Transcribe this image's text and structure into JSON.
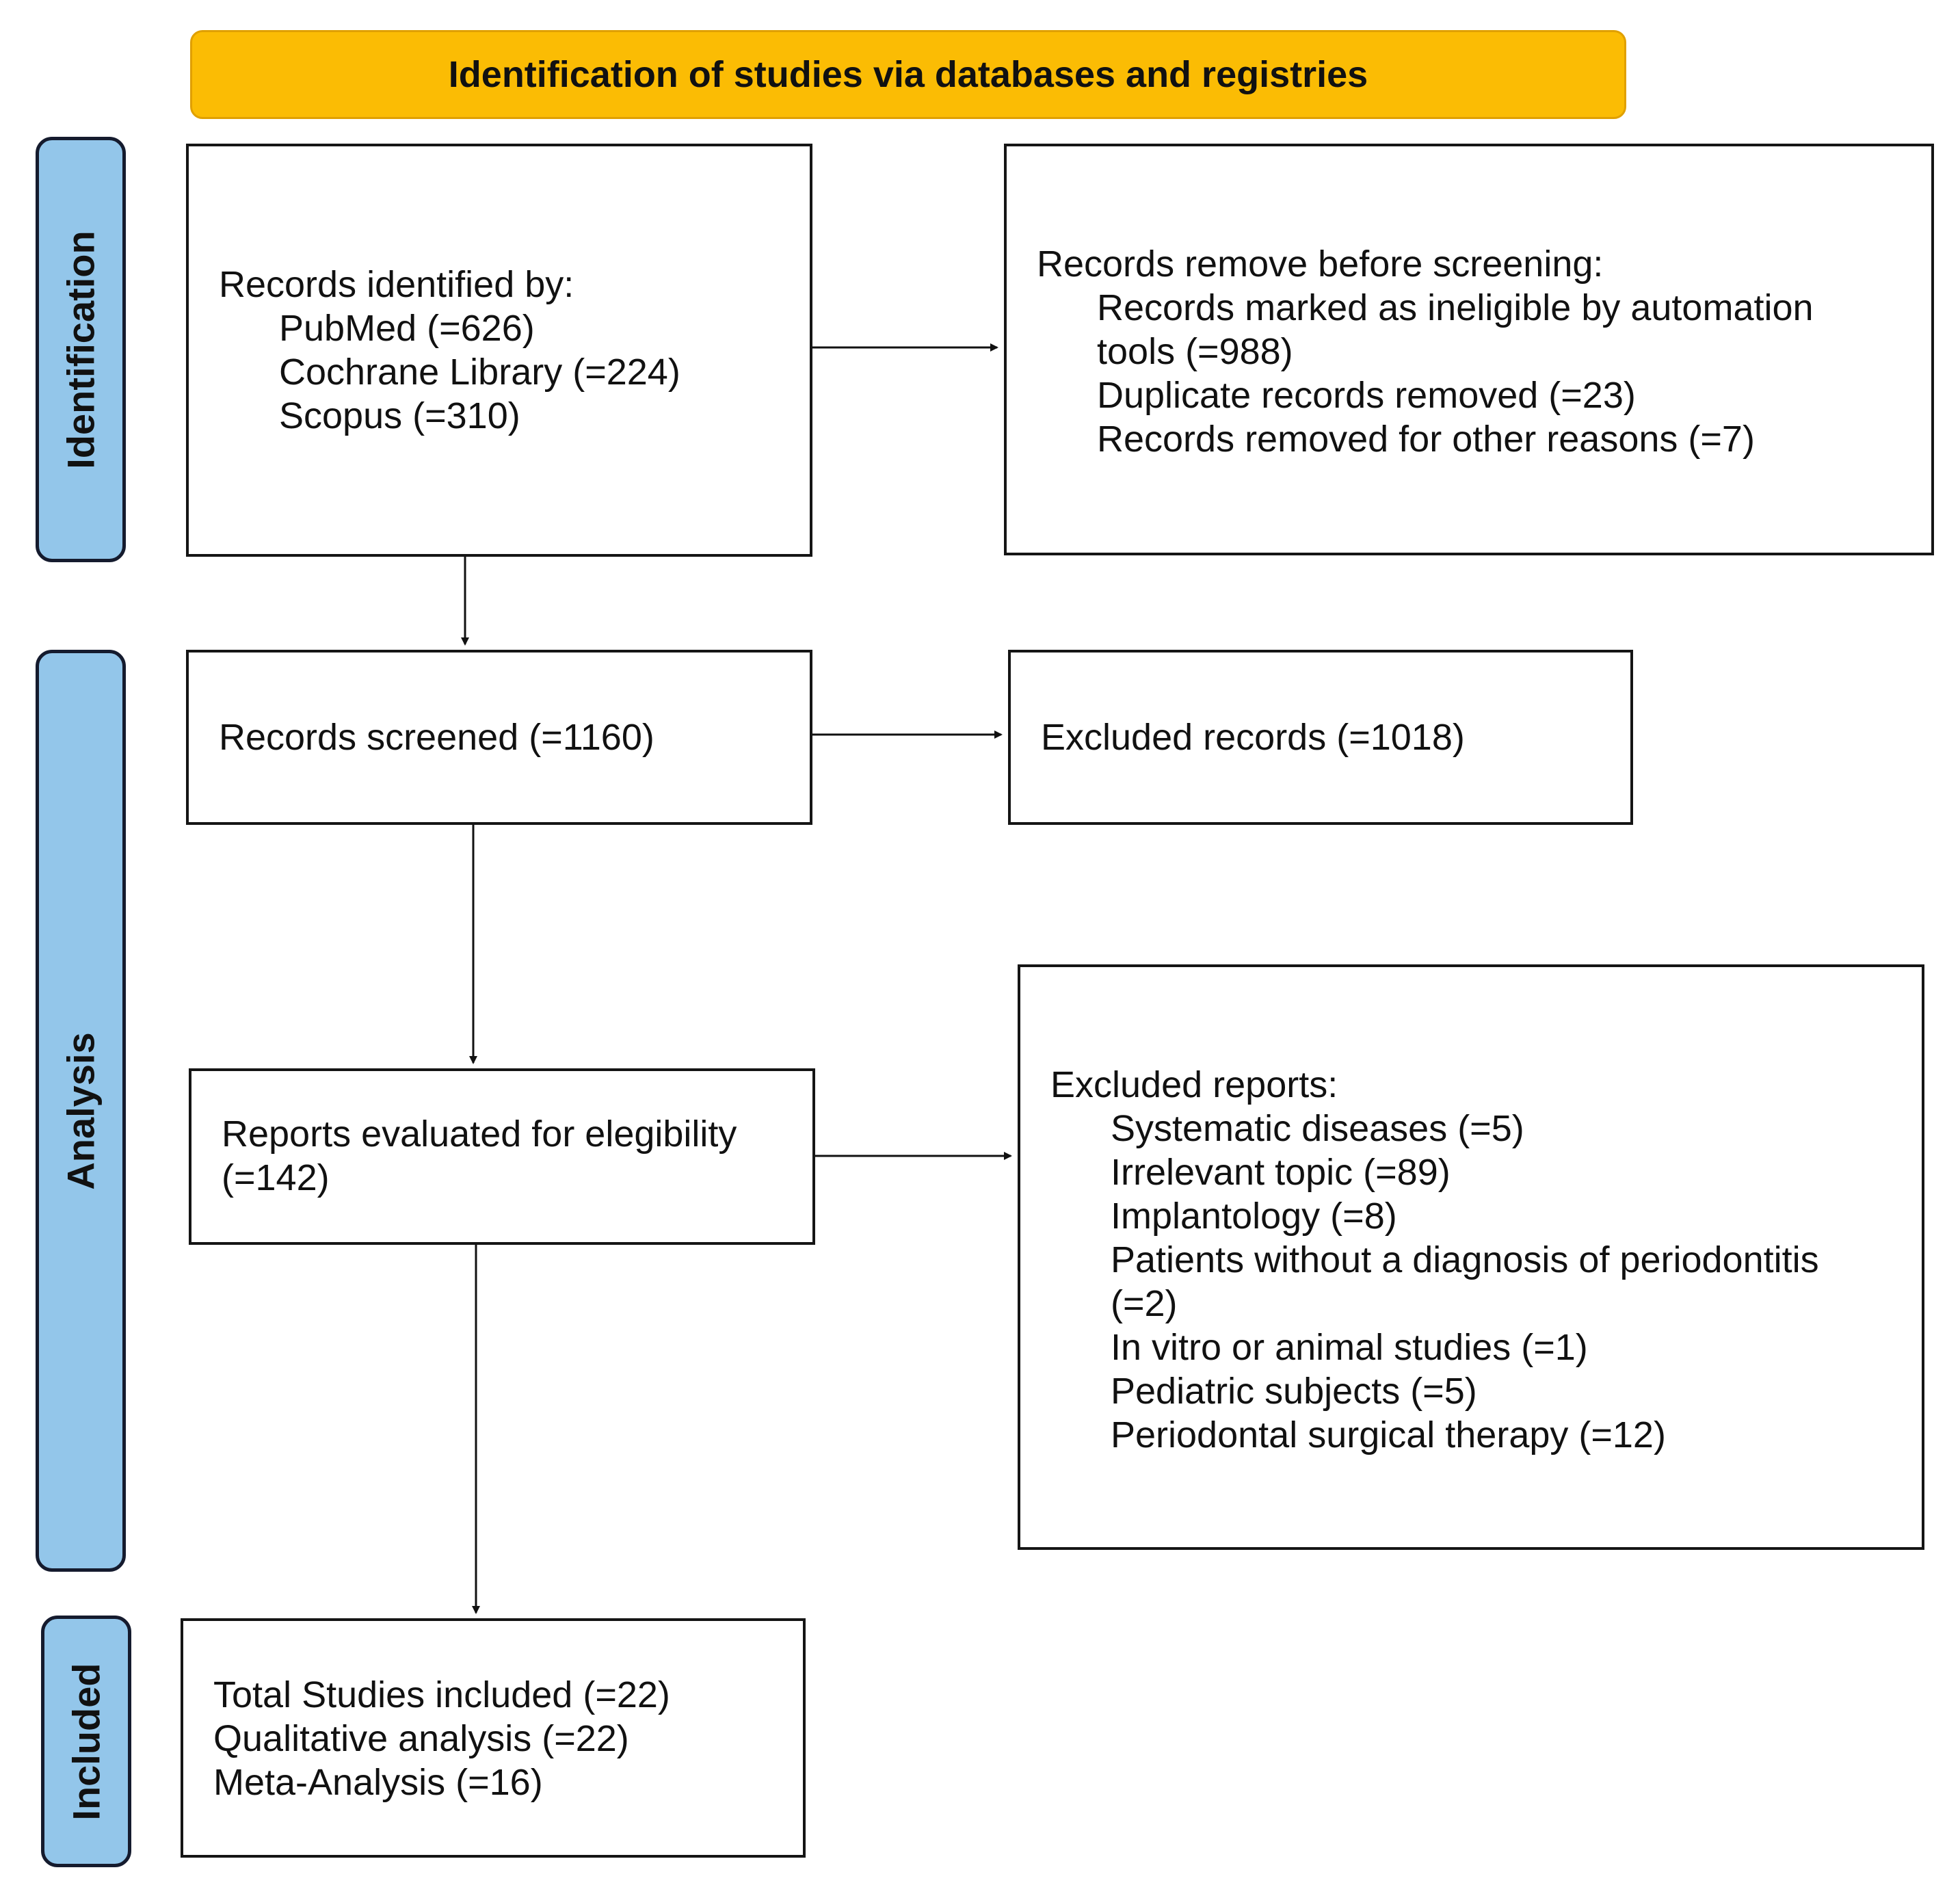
{
  "header": {
    "title": "Identification of studies via databases and registries"
  },
  "stages": {
    "identification": "Identification",
    "analysis": "Analysis",
    "included": "Included"
  },
  "boxes": {
    "records_identified": {
      "heading": "Records identified by:",
      "items": [
        "PubMed (=626)",
        "Cochrane Library (=224)",
        "Scopus (=310)"
      ]
    },
    "records_removed": {
      "heading": "Records remove before screening:",
      "items": [
        "Records marked as ineligible by automation",
        "tools (=988)",
        "Duplicate records removed (=23)",
        "Records removed for other reasons (=7)"
      ]
    },
    "records_screened": {
      "text": "Records screened (=1160)"
    },
    "excluded_records": {
      "text": "Excluded records (=1018)"
    },
    "reports_evaluated": {
      "lines": [
        "Reports evaluated for elegibility",
        "(=142)"
      ]
    },
    "excluded_reports": {
      "heading": "Excluded reports:",
      "items": [
        "Systematic diseases (=5)",
        "Irrelevant topic (=89)",
        "Implantology (=8)",
        "Patients without a diagnosis of periodontitis",
        "(=2)",
        "In vitro or animal studies (=1)",
        "Pediatric subjects (=5)",
        "Periodontal surgical therapy (=12)"
      ]
    },
    "included_studies": {
      "lines": [
        "Total Studies included (=22)",
        "Qualitative analysis (=22)",
        "Meta-Analysis (=16)"
      ]
    }
  },
  "colors": {
    "header_fill": "#fbbc04",
    "stage_fill": "#93c6ea",
    "stage_border": "#151b2e",
    "box_border": "#151515"
  }
}
